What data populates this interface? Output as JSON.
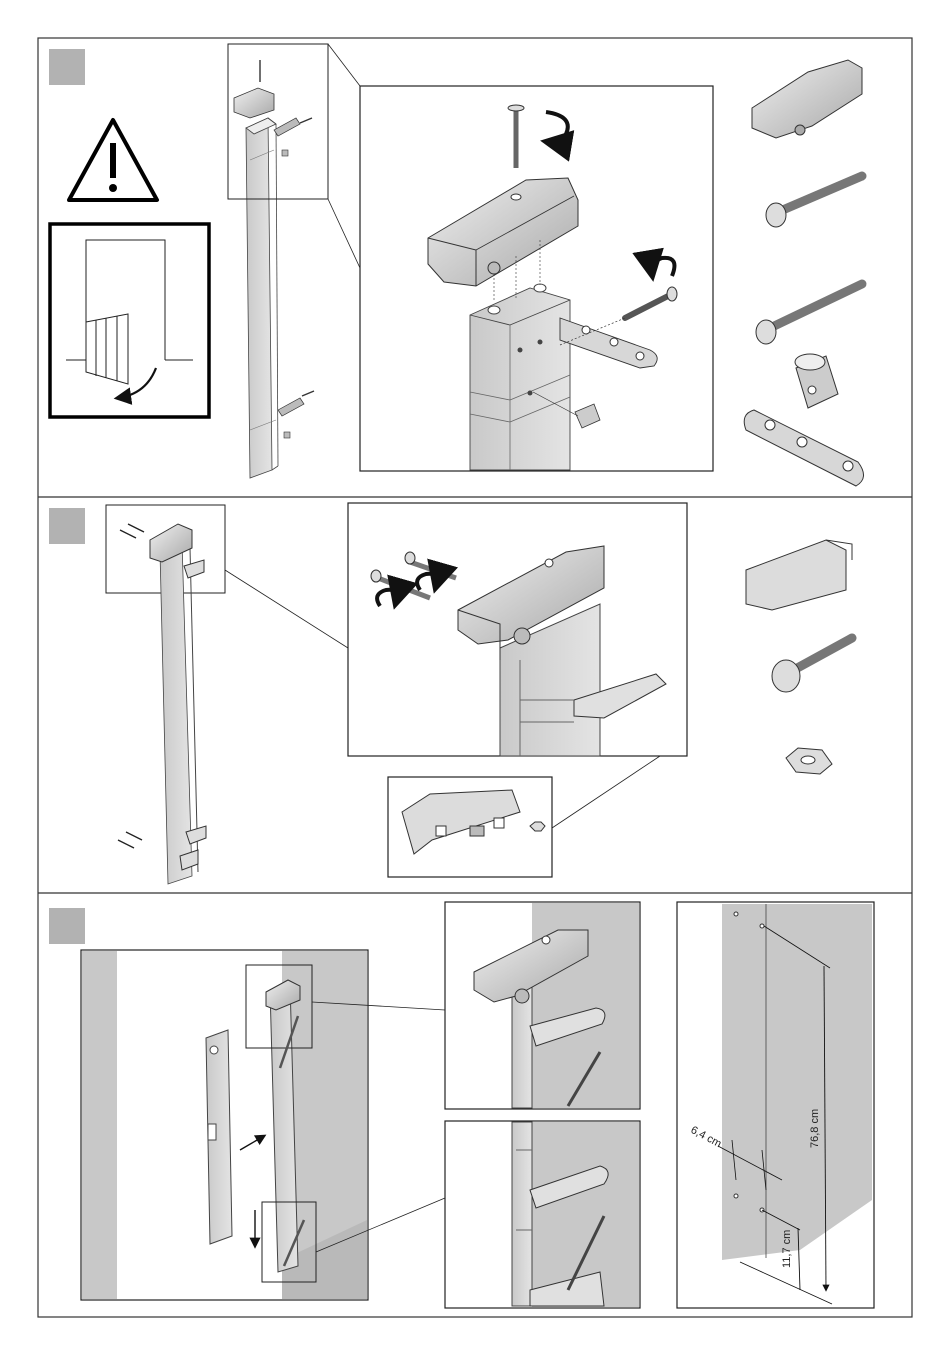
{
  "steps": [
    {
      "number_visible": false,
      "badge_color": "#b2b2b2"
    },
    {
      "number_visible": false,
      "badge_color": "#b2b2b2"
    },
    {
      "number_visible": false,
      "badge_color": "#b2b2b2"
    }
  ],
  "colors": {
    "frame": "#333333",
    "part_fill": "#d0d0d0",
    "part_dark": "#8a8a8a",
    "wall": "#c8c8c8",
    "warning": "#000000"
  },
  "icons": {
    "warning": "warning-triangle-icon",
    "rotate": "rotate-arrow-icon",
    "pencil": "pencil-icon"
  },
  "dimensions": {
    "horizontal": "6,4 cm",
    "vertical_long": "76,8 cm",
    "vertical_short": "11,7 cm"
  }
}
